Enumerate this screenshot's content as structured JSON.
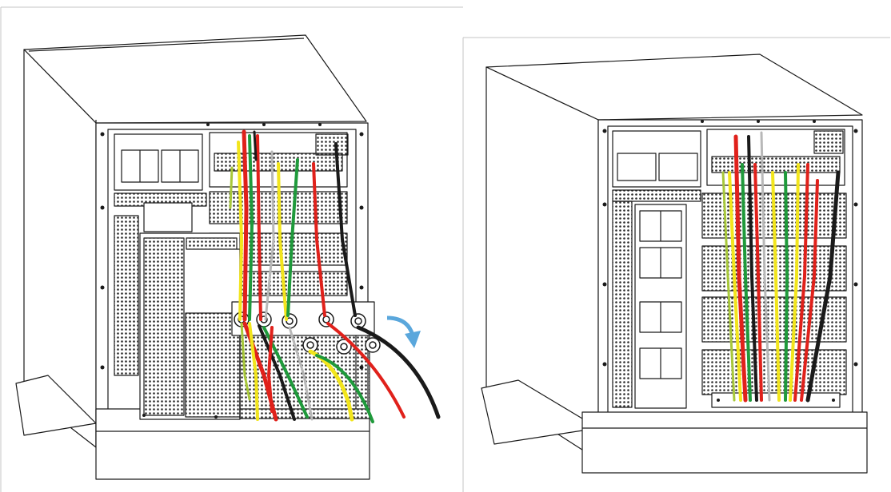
{
  "figure": {
    "panels": [
      {
        "id": "left",
        "state": "cable-entry-plate-lowered"
      },
      {
        "id": "right",
        "state": "cable-entry-plate-closed"
      }
    ]
  },
  "colors": {
    "line": "#1a1a1a",
    "cable_red": "#e0211b",
    "cable_yellow": "#f2e51c",
    "cable_green": "#1f9a3b",
    "cable_black": "#1a1a1a",
    "cable_gray": "#b8b8b8",
    "arrow_blue": "#5aa7dc"
  },
  "icons": {
    "rotation_arrow": "curved-arrow-icon"
  }
}
